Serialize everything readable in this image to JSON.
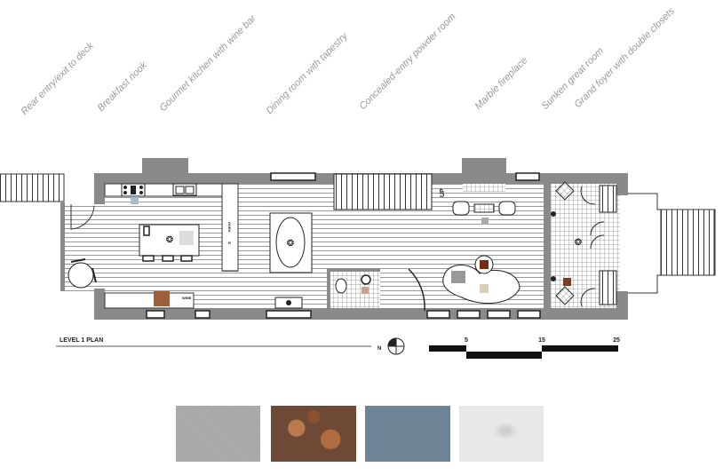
{
  "room_labels": [
    "Rear entry/exit to deck",
    "Breakfast nook",
    "Gourmet kitchen with wine bar",
    "Dining room with tapestry",
    "Concealed-entry powder room",
    "Marble fireplace",
    "Sunken great room",
    "Grand foyer with double closets"
  ],
  "plan": {
    "title": "LEVEL 1 PLAN",
    "north_label": "N",
    "stair_label": "UP",
    "fixture_labels": {
      "oven": "OVEN",
      "fridge": "R",
      "wine": "WINE"
    },
    "scale_ticks": [
      "5",
      "15",
      "25"
    ]
  },
  "colors": {
    "wall": "#8a8a8a",
    "floor_lines": "#9a9a9a",
    "swatch_fabric": "#a6a6a6",
    "swatch_cork": "#9c5f37",
    "swatch_slate_blue": "#6e8396",
    "swatch_marble": "#e6e6e6"
  },
  "material_swatches": [
    "fabric",
    "cork",
    "slate-blue",
    "marble"
  ]
}
